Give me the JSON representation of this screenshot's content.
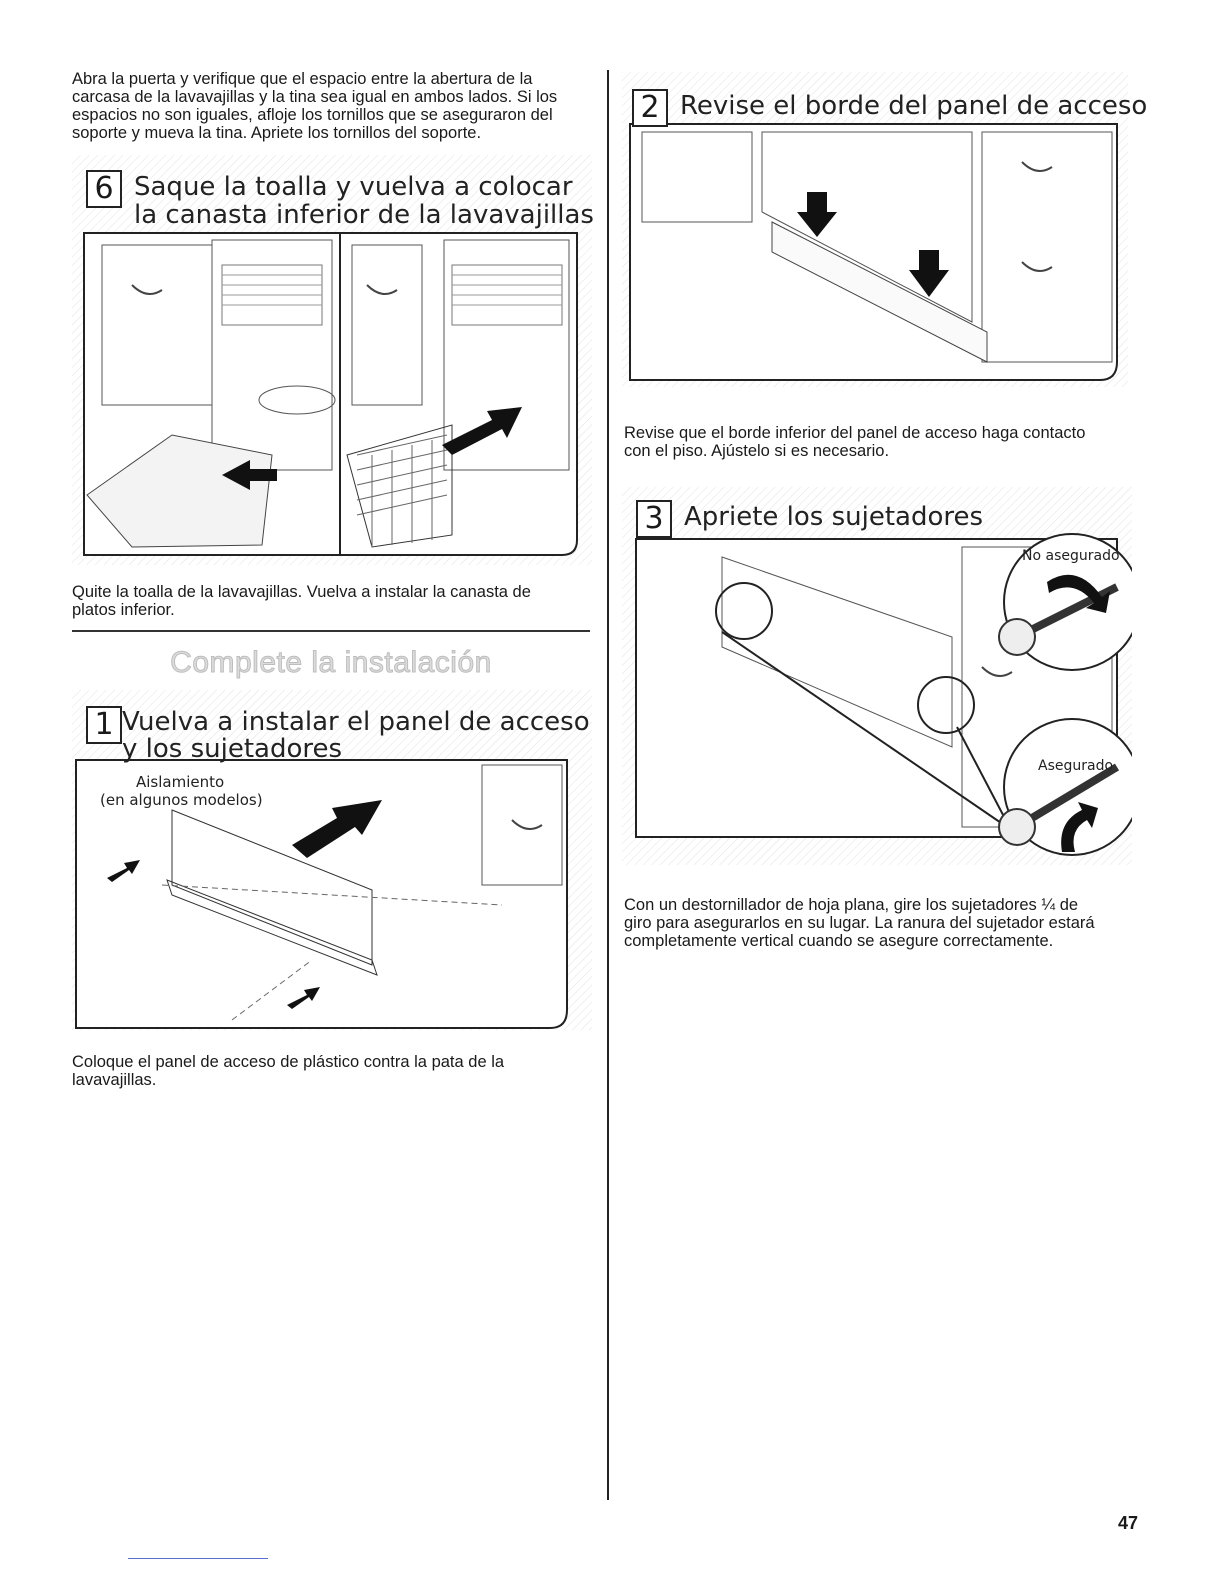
{
  "left_column": {
    "intro_paragraph_lines": [
      "Abra la puerta y verifique que el espacio entre la abertura de la",
      "carcasa de la lavavajillas y la tina sea igual en ambos lados. Si los",
      "espacios no son iguales, afloje los tornillos que se aseguraron del",
      "soporte y mueva la tina. Apriete los tornillos del soporte."
    ],
    "step6": {
      "number": "6",
      "title_line1": "Saque la toalla y vuelva a colocar",
      "title_line2": "la canasta inferior de la lavavajillas",
      "caption_lines": [
        "Quite la toalla de la lavavajillas. Vuelva a instalar la canasta de",
        "platos inferior."
      ]
    },
    "section_title": "Complete la instalación",
    "step1": {
      "number": "1",
      "title_line1": "Vuelva a instalar el panel de acceso",
      "title_line2": "y los sujetadores",
      "label_line1": "Aislamiento",
      "label_line2": "(en algunos modelos)",
      "caption_lines": [
        "Coloque el panel de acceso de plástico contra la pata de la",
        "lavavajillas."
      ]
    }
  },
  "right_column": {
    "step2": {
      "number": "2",
      "title": "Revise el borde del panel de acceso",
      "caption_lines": [
        "Revise que el borde inferior del panel de acceso haga contacto",
        "con el piso. Ajústelo si es necesario."
      ]
    },
    "step3": {
      "number": "3",
      "title": "Apriete los sujetadores",
      "label_not_secured": "No asegurado",
      "label_secured": "Asegurado",
      "caption_lines": [
        "Con un destornillador de hoja plana, gire los sujetadores ¼ de",
        "giro para asegurarlos en su lugar. La ranura del sujetador estará",
        "completamente vertical cuando se asegure correctamente."
      ]
    }
  },
  "page_number": "47"
}
